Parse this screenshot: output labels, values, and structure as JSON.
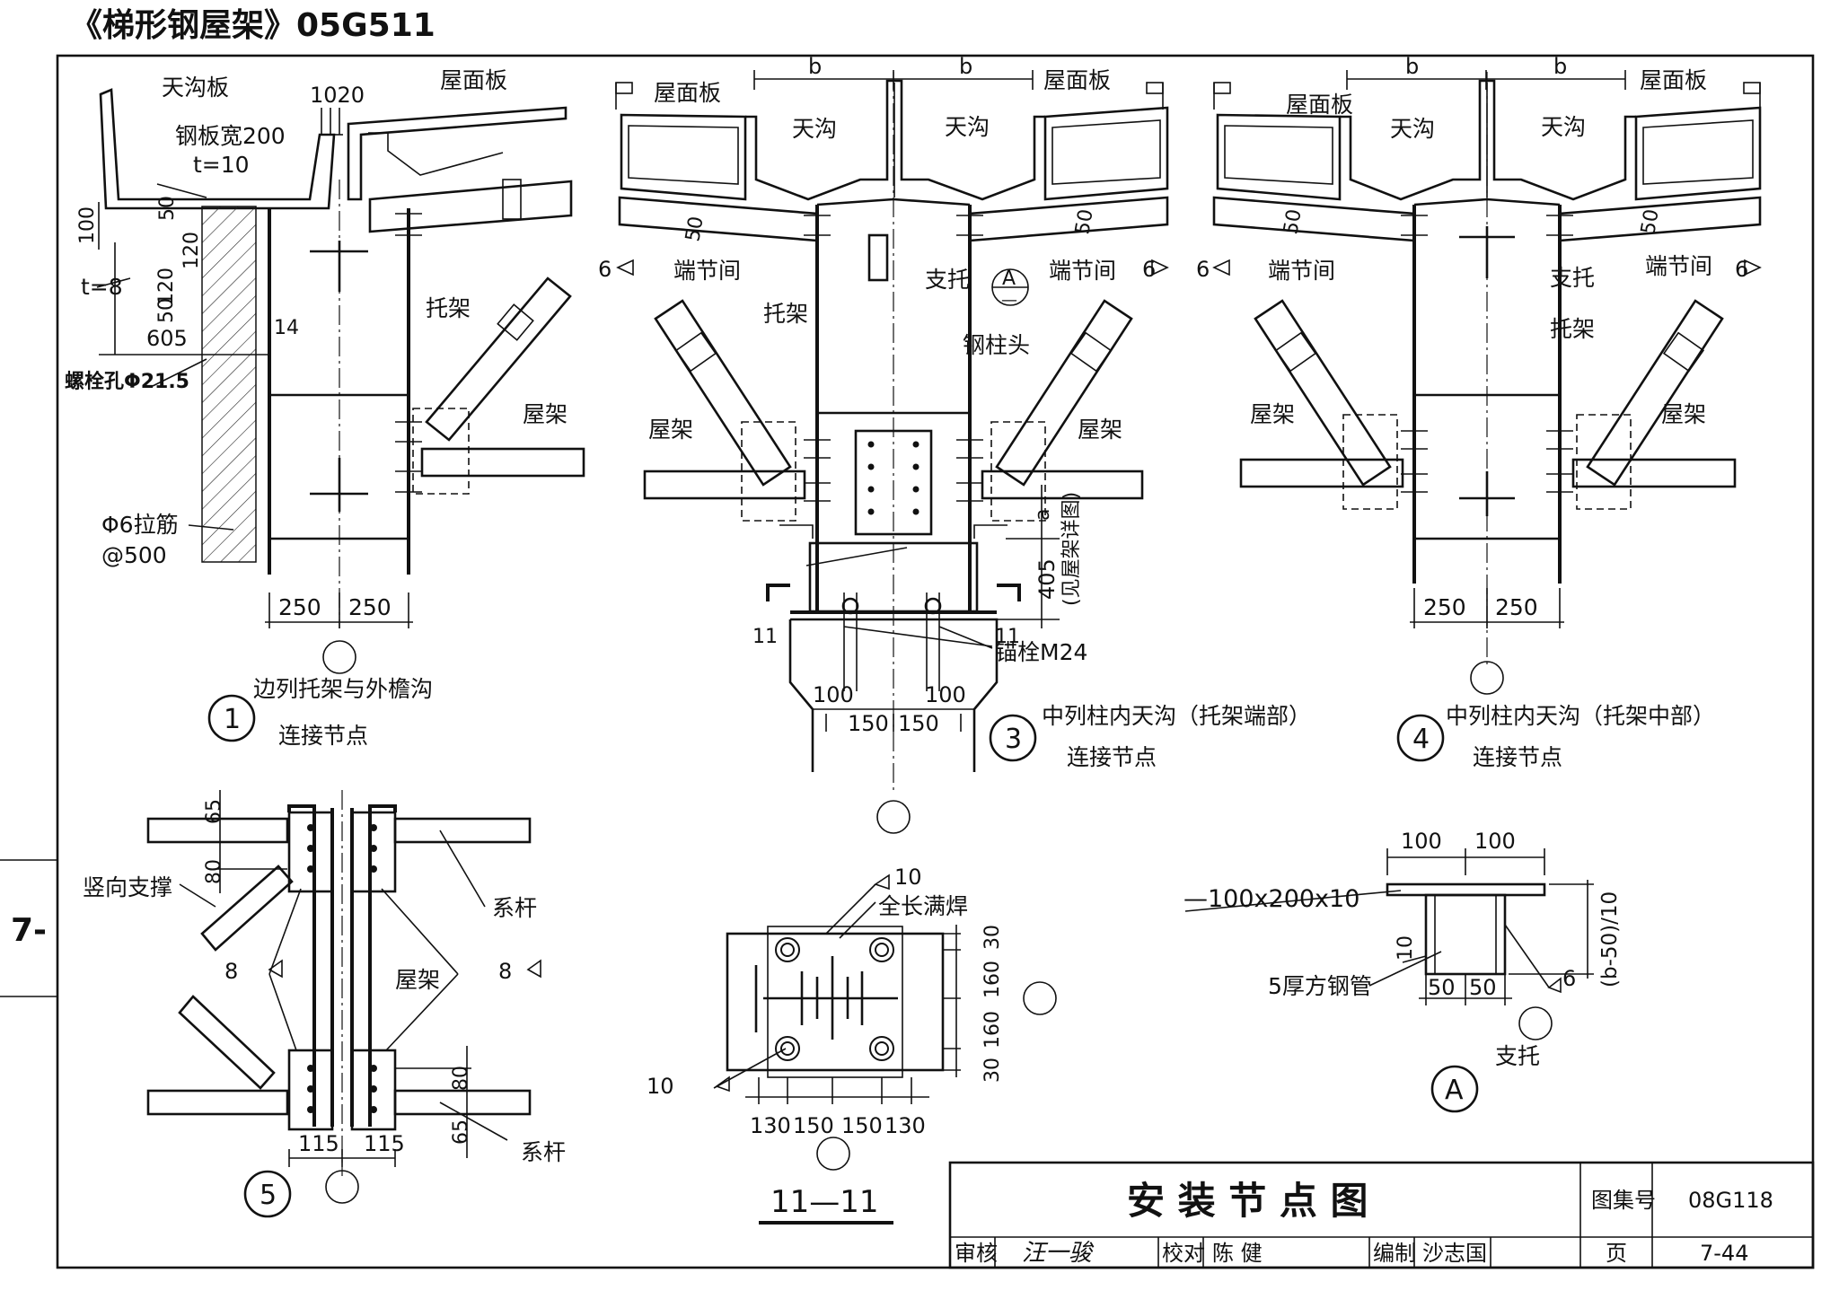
{
  "header": {
    "title": "《梯形钢屋架》05G511"
  },
  "side_tab": {
    "label": "7-"
  },
  "detail1": {
    "gutter_board": "天沟板",
    "roof_panel": "屋面板",
    "dim_1020": "1020",
    "plate_width": "钢板宽200",
    "plate_t": "t=10",
    "t8": "t=8",
    "dim_100": "100",
    "dim_50": "50",
    "dim_120": "120",
    "dim_120b": "120",
    "dim_50b": "50",
    "dim_605": "605",
    "dim_14": "14",
    "bolt_hole": "螺栓孔Φ21.5",
    "support_truss": "托架",
    "roof_truss": "屋架",
    "tie_bar": "Φ6拉筋",
    "spacing": "@500",
    "dim_250a": "250",
    "dim_250b": "250",
    "num": "1",
    "caption_l1": "边列托架与外檐沟",
    "caption_l2": "连接节点"
  },
  "detail3": {
    "dim_b1": "b",
    "dim_b2": "b",
    "roof_panel_l": "屋面板",
    "roof_panel_r": "屋面板",
    "gutter_l": "天沟",
    "gutter_r": "天沟",
    "dim_50_l": "50",
    "dim_50_r": "50",
    "end_panel_l": "端节间",
    "end_panel_r": "端节间",
    "weld_6_l": "6",
    "weld_6_r": "6",
    "support_truss": "托架",
    "bracket": "支托",
    "ref_A": "A",
    "ref_dash": "—",
    "column_head": "钢柱头",
    "roof_truss_l": "屋架",
    "roof_truss_r": "屋架",
    "dim_a": "a",
    "see_note": "(见屋架详图)",
    "dim_405": "405",
    "sec_11_l": "11",
    "sec_11_r": "11",
    "anchor": "锚栓M24",
    "dim_100_l": "100",
    "dim_100_r": "100",
    "dim_150_l": "150",
    "dim_150_r": "150",
    "num": "3",
    "caption_l1": "中列柱内天沟（托架端部）",
    "caption_l2": "连接节点"
  },
  "detail4": {
    "dim_b1": "b",
    "dim_b2": "b",
    "roof_panel_l": "屋面板",
    "roof_panel_r": "屋面板",
    "gutter_l": "天沟",
    "gutter_r": "天沟",
    "dim_50_l": "50",
    "dim_50_r": "50",
    "end_panel_l": "端节间",
    "end_panel_r": "端节间",
    "weld_6_l": "6",
    "weld_6_r": "6",
    "bracket": "支托",
    "support_truss": "托架",
    "roof_truss_l": "屋架",
    "roof_truss_r": "屋架",
    "dim_250a": "250",
    "dim_250b": "250",
    "num": "4",
    "caption_l1": "中列柱内天沟（托架中部）",
    "caption_l2": "连接节点"
  },
  "detail5": {
    "dim_65_top": "65",
    "dim_80_top": "80",
    "vertical_brace": "竖向支撑",
    "tie_rod_top": "系杆",
    "weld_8_l": "8",
    "weld_8_r": "8",
    "roof_truss": "屋架",
    "dim_80_bot": "80",
    "dim_65_bot": "65",
    "tie_rod_bot": "系杆",
    "dim_115_l": "115",
    "dim_115_r": "115",
    "num": "5"
  },
  "section11": {
    "weld_10": "10",
    "full_weld": "全长满焊",
    "dim_30_top": "30",
    "dim_160_top": "160",
    "dim_160_bot": "160",
    "dim_30_bot": "30",
    "weld_10_b": "10",
    "dim_130_l": "130",
    "dim_150_l": "150",
    "dim_150_r": "150",
    "dim_130_r": "130",
    "title": "11—11"
  },
  "detailA": {
    "dim_100_l": "100",
    "dim_100_r": "100",
    "plate": "—100x200x10",
    "dim_10": "10",
    "dim_b50": "(b-50)/10",
    "square_tube": "5厚方钢管",
    "dim_50_l": "50",
    "dim_50_r": "50",
    "weld_6": "6",
    "ref": "A",
    "caption": "支托"
  },
  "title_block": {
    "drawing_title": "安 装 节 点 图",
    "atlas_label": "图集号",
    "atlas_no": "08G118",
    "review_label": "审核",
    "reviewer_name": "汪一骏",
    "check_label": "校对",
    "checker_name": "陈 健",
    "compile_label": "编制",
    "compiler_name": "沙志国",
    "page_label": "页",
    "page_no": "7-44"
  }
}
